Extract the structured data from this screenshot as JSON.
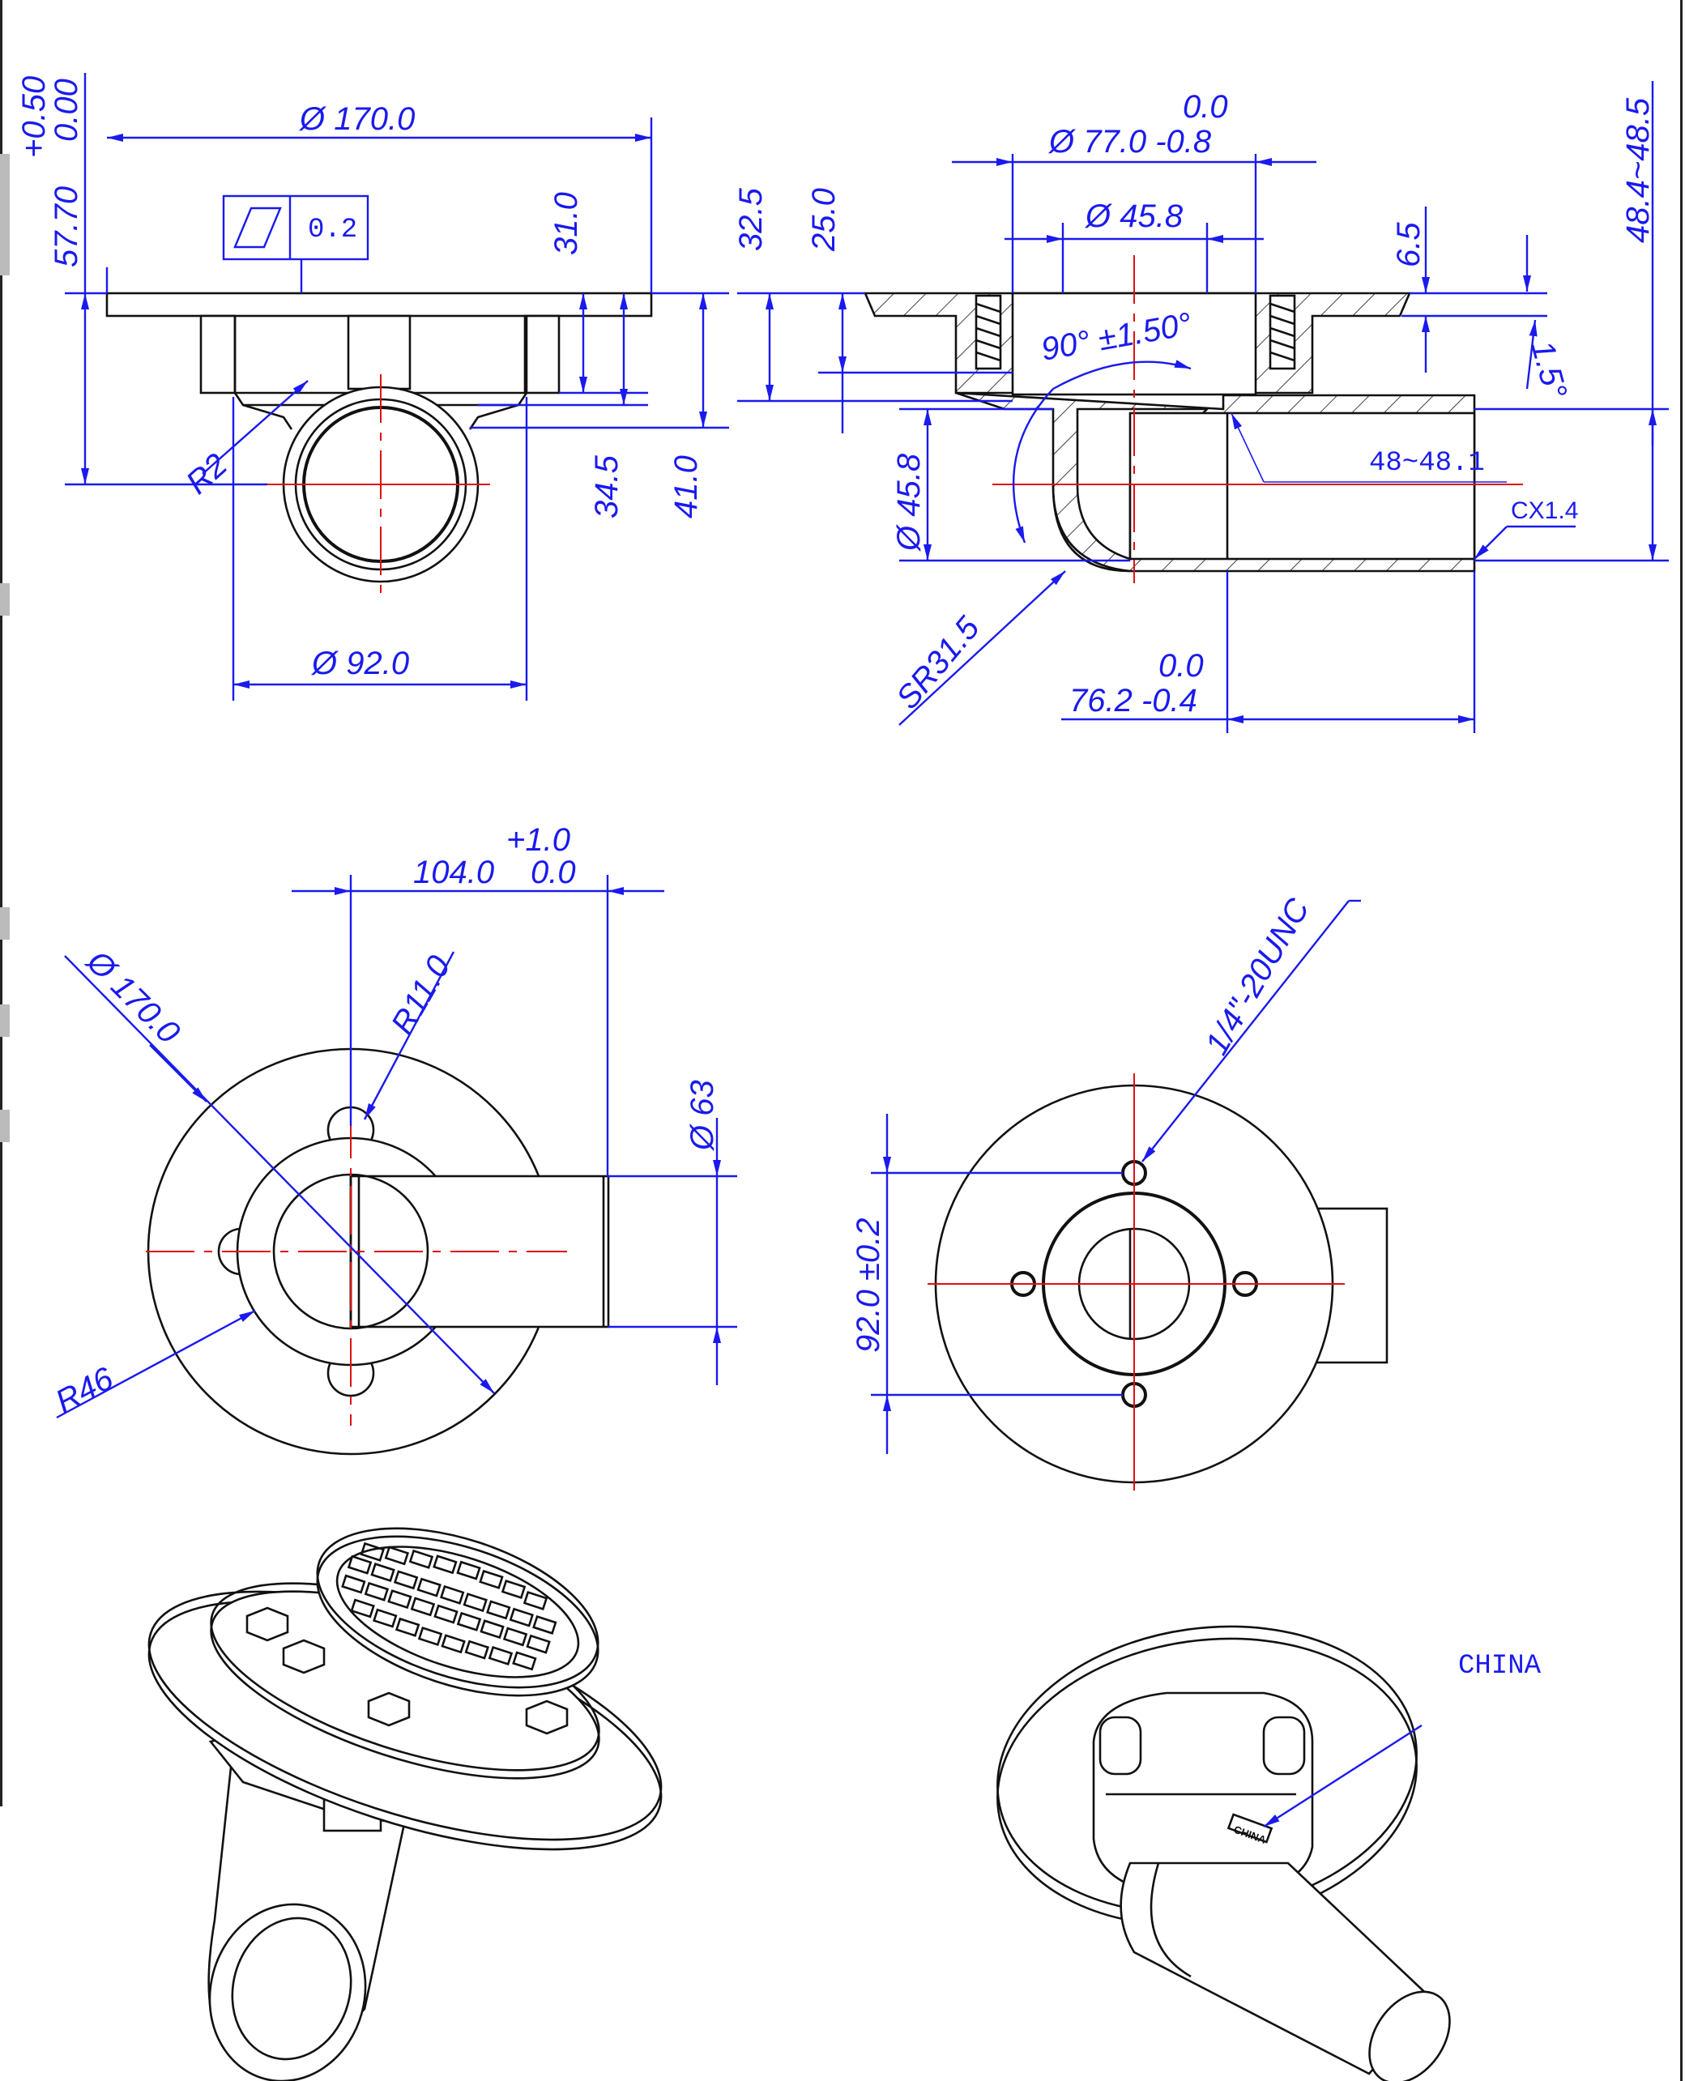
{
  "colors": {
    "dimension": "#1a1aee",
    "centerline": "#e01010",
    "outline": "#111111",
    "background": "#ffffff"
  },
  "front_view": {
    "dia_flange": "Ø 170.0",
    "tol_upper": "+0.50",
    "tol_lower": "0.00",
    "height_total": "57.70",
    "flatness_value": "0.2",
    "dim_31": "31.0",
    "dim_34_5": "34.5",
    "dim_41": "41.0",
    "radius_r2": "R2",
    "dia_92": "Ø 92.0"
  },
  "section_view": {
    "dia_77_tol_upper": "0.0",
    "dia_77": "Ø 77.0 -0.8",
    "dia_45_8_top": "Ø 45.8",
    "dim_32_5": "32.5",
    "dim_25": "25.0",
    "dim_6_5": "6.5",
    "dim_48_range": "48.4~48.5",
    "angle_90": "90° ±1.50°",
    "angle_1_5": "1.5°",
    "bore_label": "48~48.1",
    "chamfer": "CX1.4",
    "dia_45_8_side": "Ø 45.8",
    "sphere_radius": "SR31.5",
    "dim_76_tol_upper": "0.0",
    "dim_76": "76.2 -0.4"
  },
  "top_view": {
    "tol_upper": "+1.0",
    "dim_104": "104.0",
    "tol_lower": "0.0",
    "dia_170": "Ø 170.0",
    "radius_11": "R11.0",
    "dia_63": "Ø 63",
    "radius_46": "R46"
  },
  "bottom_view": {
    "thread": "1/4\"-20UNC",
    "bolt_circle": "92.0 ±0.2"
  },
  "iso_views": {
    "marking": "CHINA",
    "badge": "CHINA"
  }
}
